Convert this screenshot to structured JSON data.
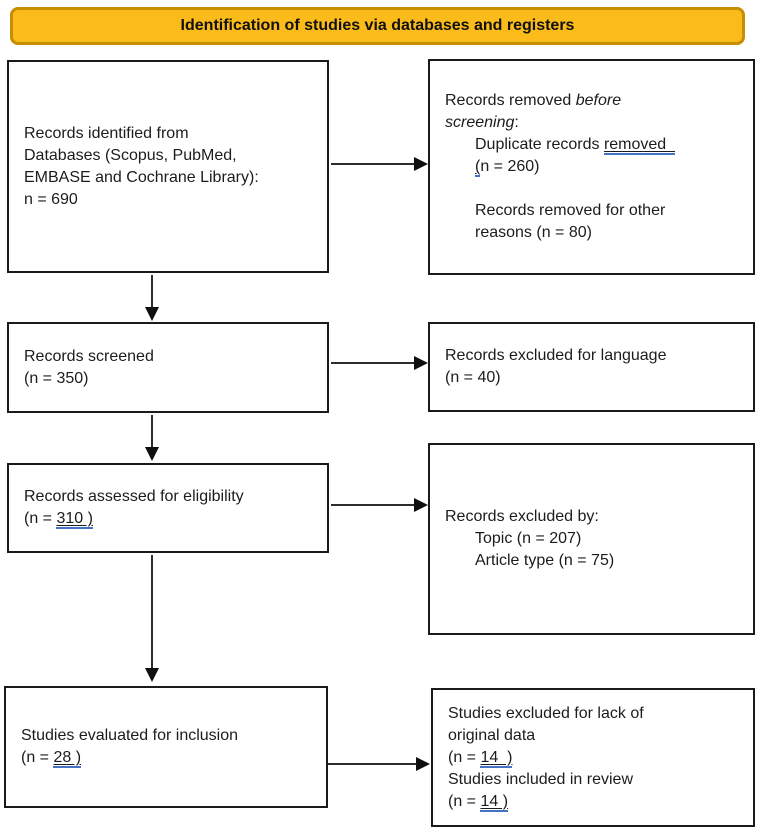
{
  "header": {
    "title": "Identification of studies via databases and registers"
  },
  "colors": {
    "header_bg": "#FBBC1B",
    "header_border": "#C68E00",
    "box_border": "#1a1a1a",
    "underline_blue": "#4472C4"
  },
  "boxes": {
    "identified": {
      "lines": [
        "Records identified from",
        "Databases (Scopus, PubMed,",
        "EMBASE and Cochrane Library):",
        "n = 690"
      ]
    },
    "removed_before": {
      "l1_normal": "Records removed ",
      "l1_italic": "before",
      "l2_italic": "screening",
      "l2_colon": ":",
      "l3_normal": "Duplicate records ",
      "l3_underlined": "removed  ",
      "l4_paren": "(",
      "l4_rest": "n = 260)",
      "l5": "Records removed for other",
      "l6": "reasons (n = 80)"
    },
    "screened": {
      "lines": [
        "Records screened",
        "(n = 350)"
      ]
    },
    "excluded_language": {
      "lines": [
        "Records excluded for language",
        "(n = 40)"
      ]
    },
    "assessed": {
      "line1": "Records assessed for eligibility",
      "line2_prefix": "(n = ",
      "line2_underlined": "310 )"
    },
    "excluded_by": {
      "title": "Records excluded by:",
      "items": [
        "Topic (n = 207)",
        "Article type (n = 75)"
      ]
    },
    "evaluated": {
      "line1": "Studies evaluated for inclusion",
      "line2_prefix": "(n = ",
      "line2_underlined": "28 )"
    },
    "excluded_lack": {
      "line1": "Studies excluded for lack of",
      "line2": "original data",
      "line3_prefix": "(n = ",
      "line3_underlined": "14  )",
      "line4": "Studies included in review",
      "line5_prefix": "(n = ",
      "line5_underlined": "14 )"
    }
  }
}
